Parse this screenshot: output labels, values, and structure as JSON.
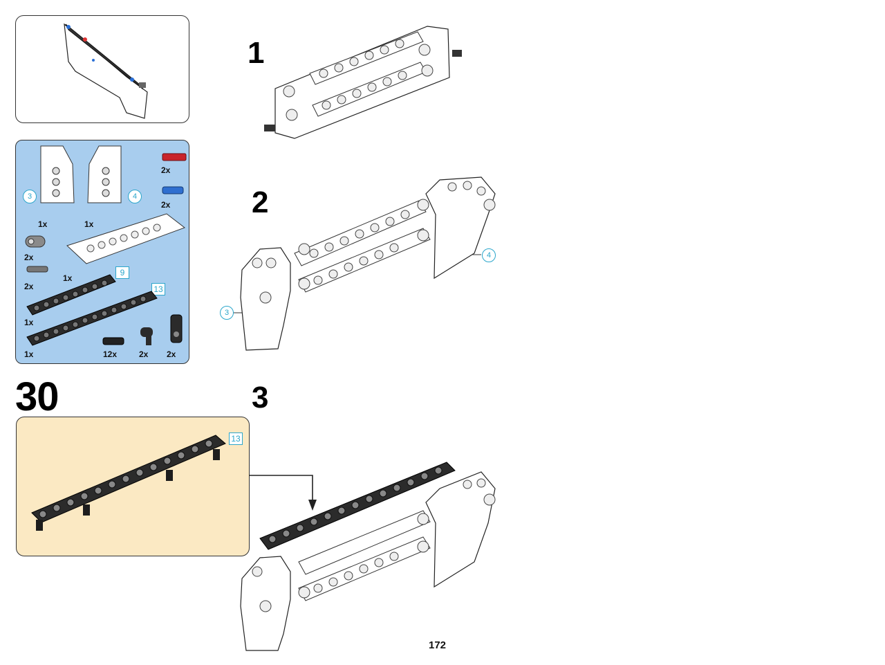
{
  "page_number": "172",
  "main_step": "30",
  "sub_steps": [
    "1",
    "2",
    "3"
  ],
  "parts_list": {
    "background_color": "#a8cdee",
    "items": [
      {
        "name": "panel-left",
        "qty": "1x",
        "callout": "3"
      },
      {
        "name": "panel-right",
        "qty": "1x",
        "callout": "4"
      },
      {
        "name": "red-pin",
        "qty": "2x"
      },
      {
        "name": "blue-pin",
        "qty": "2x"
      },
      {
        "name": "gray-connector",
        "qty": "2x"
      },
      {
        "name": "gray-axle-pin",
        "qty": "2x"
      },
      {
        "name": "white-beam",
        "qty": "1x"
      },
      {
        "name": "black-beam-9",
        "qty": "1x",
        "length": "9"
      },
      {
        "name": "black-beam-13",
        "qty": "1x",
        "length": "13"
      },
      {
        "name": "black-friction-pin",
        "qty": "12x"
      },
      {
        "name": "black-angle-connector",
        "qty": "2x"
      },
      {
        "name": "black-cross-block",
        "qty": "2x"
      }
    ]
  },
  "step2_callouts": [
    "3",
    "4"
  ],
  "subassembly": {
    "background_color": "#fbe9c3",
    "callout": "13"
  }
}
